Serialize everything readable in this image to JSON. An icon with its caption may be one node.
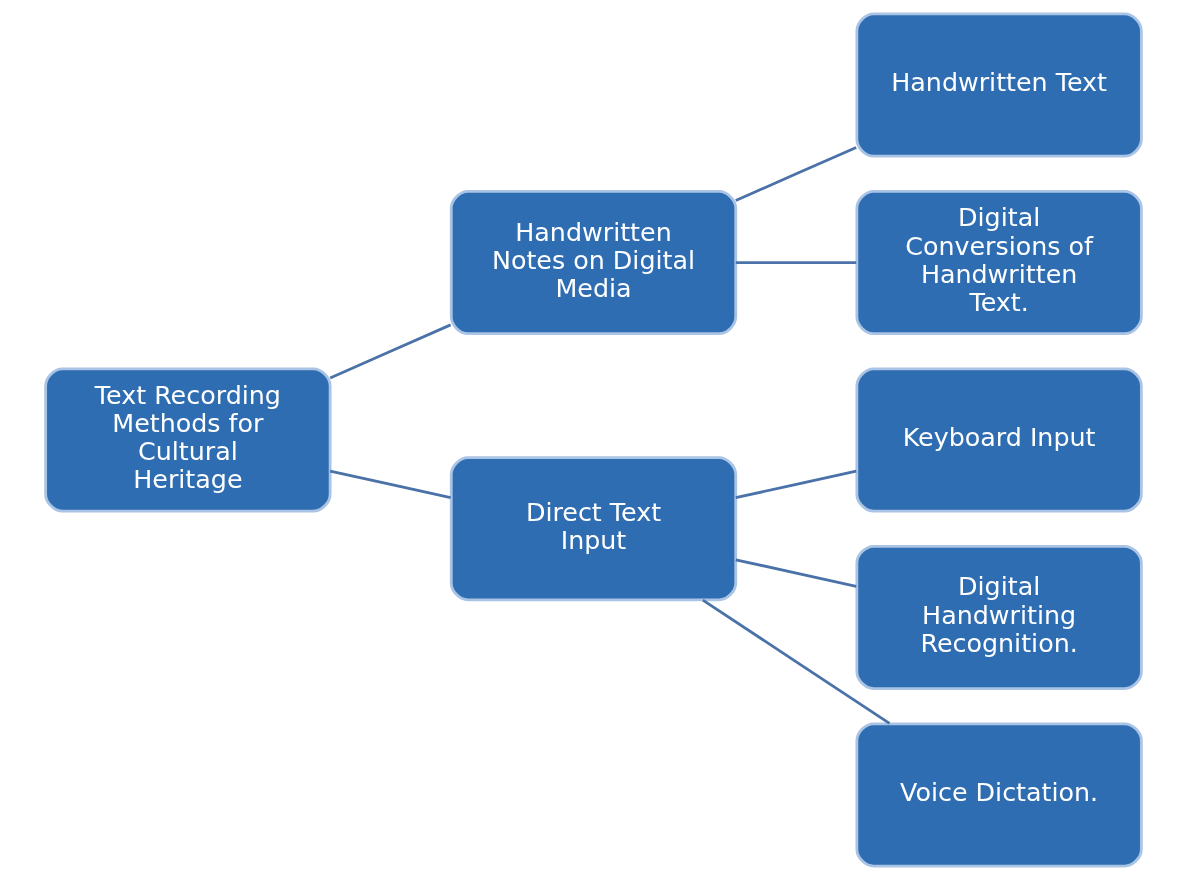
{
  "diagram": {
    "nodes": [
      {
        "text": [
          "Text Recording Methods for Cultural Heritage"
        ]
      },
      {
        "text": [
          "Handwritten Notes on Digital Media"
        ]
      },
      {
        "text": [
          "Handwritten Text"
        ]
      },
      {
        "text": [
          "Digital Conversions of Handwritten Text."
        ]
      },
      {
        "text": [
          "Direct Text Input"
        ]
      },
      {
        "text": [
          "Keyboard Input"
        ]
      },
      {
        "text": [
          "Digital Handwriting Recognition."
        ]
      },
      {
        "text": [
          "Voice Dictation."
        ]
      }
    ],
    "edges": [
      {
        "from": 0,
        "to": 1,
        "arrow": "none"
      },
      {
        "from": 0,
        "to": 4,
        "arrow": "none"
      },
      {
        "from": 1,
        "to": 2,
        "arrow": "none"
      },
      {
        "from": 1,
        "to": 3,
        "arrow": "none"
      },
      {
        "from": 4,
        "to": 5,
        "arrow": "none"
      },
      {
        "from": 4,
        "to": 6,
        "arrow": "none"
      },
      {
        "from": 4,
        "to": 7,
        "arrow": "none"
      }
    ]
  }
}
